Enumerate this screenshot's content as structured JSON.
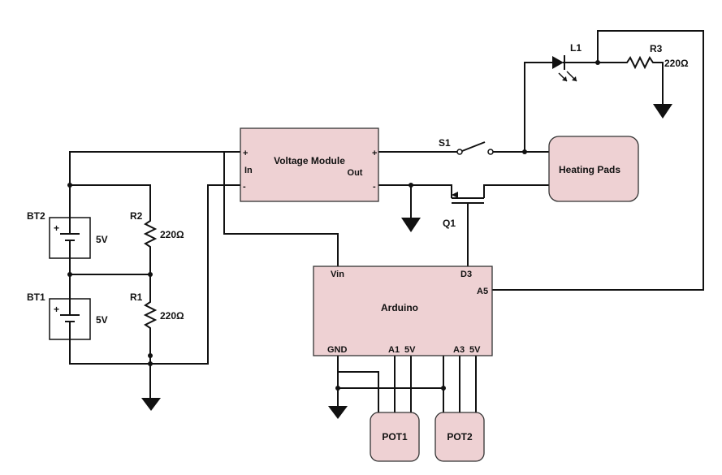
{
  "components": {
    "voltage_module": {
      "title": "Voltage Module",
      "in_label": "In",
      "out_label": "Out",
      "in_plus": "+",
      "in_minus": "-",
      "out_plus": "+",
      "out_minus": "-"
    },
    "arduino": {
      "title": "Arduino",
      "pins": {
        "vin": "Vin",
        "d3": "D3",
        "a5": "A5",
        "gnd": "GND",
        "a1": "A1",
        "a1_5v": "5V",
        "a3": "A3",
        "a3_5v": "5V"
      }
    },
    "heating_pads": {
      "title": "Heating Pads"
    },
    "pot1": {
      "title": "POT1"
    },
    "pot2": {
      "title": "POT2"
    },
    "bt2": {
      "ref": "BT2",
      "value": "5V",
      "plus": "+"
    },
    "bt1": {
      "ref": "BT1",
      "value": "5V",
      "plus": "+"
    },
    "r2": {
      "ref": "R2",
      "value": "220Ω"
    },
    "r1": {
      "ref": "R1",
      "value": "220Ω"
    },
    "r3": {
      "ref": "R3",
      "value": "220Ω"
    },
    "l1": {
      "ref": "L1"
    },
    "s1": {
      "ref": "S1"
    },
    "q1": {
      "ref": "Q1"
    }
  },
  "colors": {
    "box_fill": "#eed1d3",
    "box_stroke": "#333333",
    "wire": "#111111"
  }
}
